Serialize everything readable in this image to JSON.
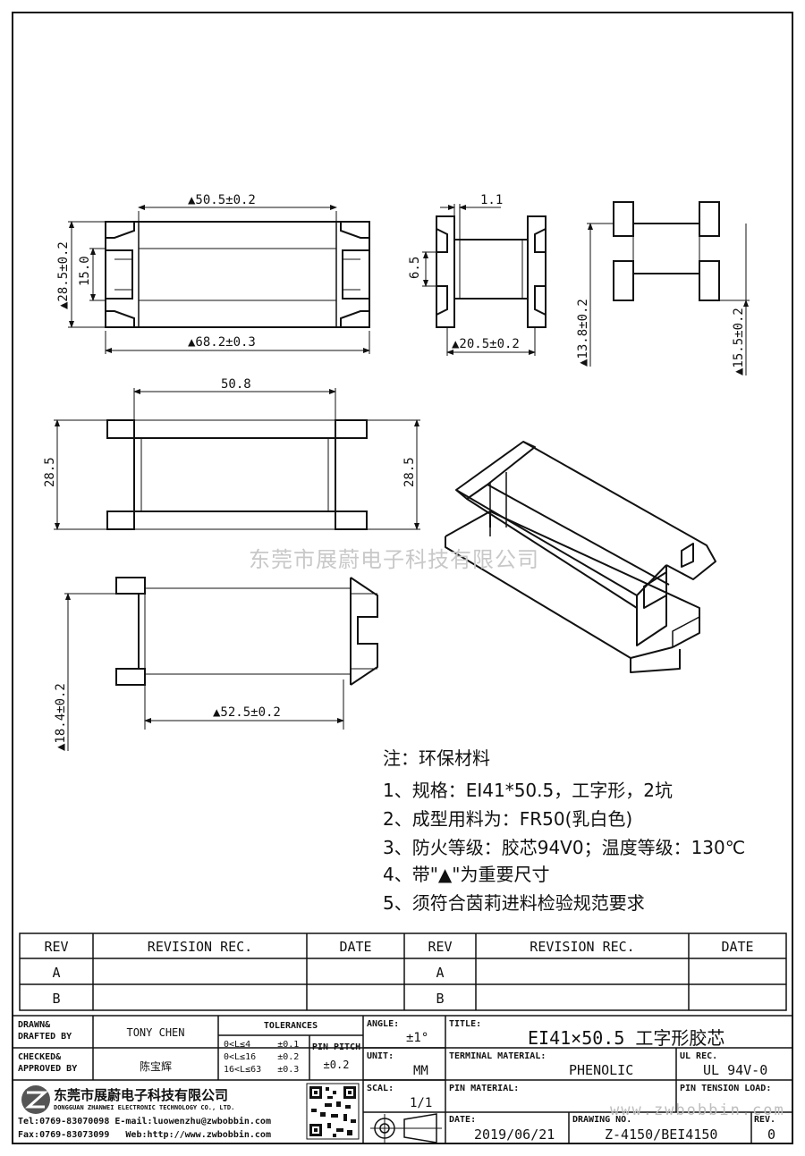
{
  "dimensions": {
    "top_width": "▲50.5±0.2",
    "top_height": "▲28.5±0.2",
    "top_inner": "15.0",
    "top_overall": "▲68.2±0.3",
    "side_a": "1.1",
    "side_b": "6.5",
    "side_c": "▲20.5±0.2",
    "end_a": "▲13.8±0.2",
    "end_b": "▲15.5±0.2",
    "front_width": "50.8",
    "front_left": "28.5",
    "front_right": "28.5",
    "bottom_width": "▲52.5±0.2",
    "bottom_height": "▲18.4±0.2"
  },
  "watermark": "东莞市展蔚电子科技有限公司",
  "notes": [
    "注：环保材料",
    "1、规格：EI41*50.5，工字形，2坑",
    "2、成型用料为：FR50(乳白色)",
    "3、防火等级：胶芯94V0；温度等级：130℃",
    "4、带\"▲\"为重要尺寸",
    "5、须符合茵莉进料检验规范要求"
  ],
  "revision_table": {
    "headers": [
      "REV",
      "REVISION REC.",
      "DATE",
      "REV",
      "REVISION REC.",
      "DATE"
    ],
    "rows": [
      [
        "A",
        "",
        "",
        "A",
        "",
        ""
      ],
      [
        "B",
        "",
        "",
        "B",
        "",
        ""
      ]
    ]
  },
  "title_block": {
    "drawn_label": "DRAWN&\nDRAFTED BY",
    "drawn_value": "TONY CHEN",
    "checked_label": "CHECKED&\nAPPROVED BY",
    "checked_value": "陈宝辉",
    "tolerances_label": "TOLERANCES",
    "tol_rows": [
      "0<L≤4     ±0.1",
      "0<L≤16    ±0.2",
      "16<L≤63   ±0.3"
    ],
    "pin_pitch_label": "PIN PITCH",
    "pin_pitch_value": "±0.2",
    "angle_label": "ANGLE:",
    "angle_value": "±1°",
    "unit_label": "UNIT:",
    "unit_value": "MM",
    "scal_label": "SCAL:",
    "scal_value": "1/1",
    "title_label": "TITLE:",
    "title_value": "EI41×50.5 工字形胶芯",
    "terminal_label": "TERMINAL MATERIAL:",
    "terminal_value": "PHENOLIC",
    "ul_label": "UL REC.",
    "ul_value": "UL 94V-0",
    "pin_material_label": "PIN MATERIAL:",
    "pin_tension_label": "PIN TENSION LOAD:",
    "date_label": "DATE:",
    "date_value": "2019/06/21",
    "drawing_label": "DRAWING NO.",
    "drawing_value": "Z-4150/BEI4150",
    "rev_label": "REV.",
    "rev_value": "0",
    "company_cn": "东莞市展蔚电子科技有限公司",
    "company_en": "DONGGUAN ZHANWEI ELECTRONIC TECHNOLOGY CO., LTD.",
    "tel": "Tel:0769-83070098 E-mail:luowenzhu@zwbobbin.com",
    "fax": "Fax:0769-83073099   Web:http://www.zwbobbin.com",
    "site_watermark": "www.zwbobbin.com"
  },
  "colors": {
    "line": "#111111",
    "watermark": "#c8c8c8"
  }
}
